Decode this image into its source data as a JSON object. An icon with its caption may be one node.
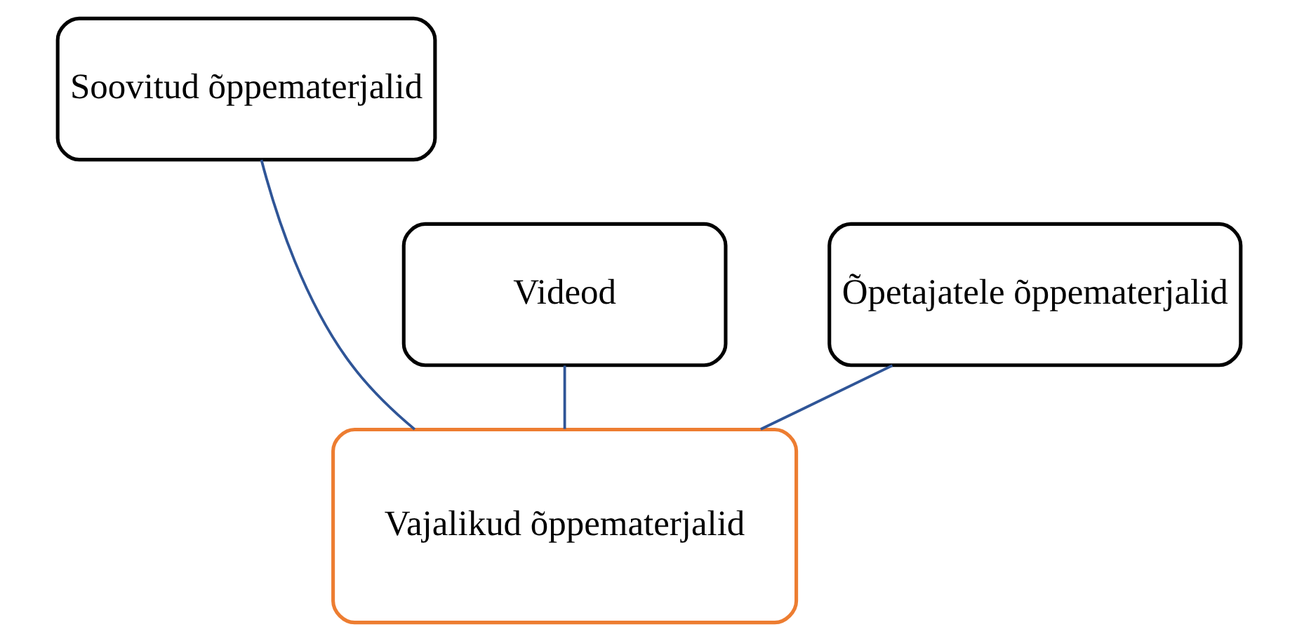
{
  "diagram": {
    "nodes": [
      {
        "text": [
          "Soovitud õppematerjalid"
        ]
      },
      {
        "text": [
          "Videod"
        ]
      },
      {
        "text": [
          "Õpetajatele õppematerjalid"
        ]
      },
      {
        "text": [
          "Vajalikud õppematerjalid"
        ]
      }
    ],
    "edges": [
      {
        "from": 3,
        "to": 1,
        "arrow": "none"
      },
      {
        "from": 3,
        "to": 0,
        "arrow": "none"
      },
      {
        "from": 3,
        "to": 2,
        "arrow": "none"
      }
    ]
  }
}
